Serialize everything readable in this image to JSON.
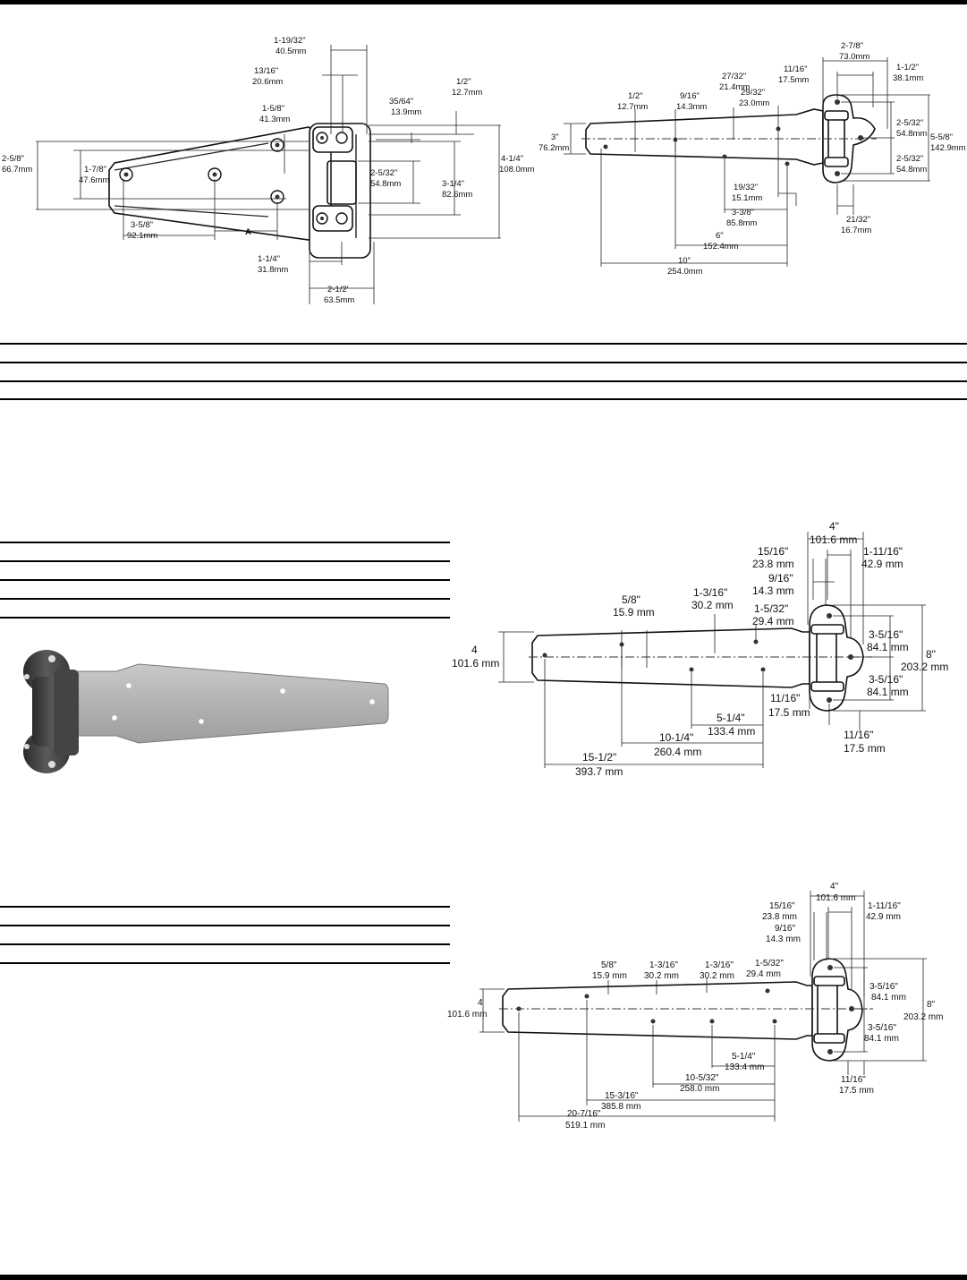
{
  "drawing1": {
    "dims": [
      {
        "in": "1-19/32\"",
        "mm": "40.5mm"
      },
      {
        "in": "13/16\"",
        "mm": "20.6mm"
      },
      {
        "in": "1/2\"",
        "mm": "12.7mm"
      },
      {
        "in": "35/64\"",
        "mm": "13.9mm"
      },
      {
        "in": "1-5/8\"",
        "mm": "41.3mm"
      },
      {
        "in": "2-5/8\"",
        "mm": "66.7mm"
      },
      {
        "in": "1-7/8\"",
        "mm": "47.6mm"
      },
      {
        "in": "2-5/32\"",
        "mm": "54.8mm"
      },
      {
        "in": "4-1/4\"",
        "mm": "108.0mm"
      },
      {
        "in": "3-1/4\"",
        "mm": "82.6mm"
      },
      {
        "in": "3-5/8\"",
        "mm": "92.1mm"
      },
      {
        "in": "1-1/4\"",
        "mm": "31.8mm"
      },
      {
        "in": "2-1/2'",
        "mm": "63.5mm"
      }
    ],
    "label_a": "A"
  },
  "drawing2": {
    "dims": [
      {
        "in": "2-7/8\"",
        "mm": "73.0mm"
      },
      {
        "in": "11/16\"",
        "mm": "17.5mm"
      },
      {
        "in": "1-1/2\"",
        "mm": "38.1mm"
      },
      {
        "in": "27/32\"",
        "mm": "21.4mm"
      },
      {
        "in": "1/2\"",
        "mm": "12.7mm"
      },
      {
        "in": "9/16\"",
        "mm": "14.3mm"
      },
      {
        "in": "29/32\"",
        "mm": "23.0mm"
      },
      {
        "in": "3\"",
        "mm": "76.2mm"
      },
      {
        "in": "2-5/32\"",
        "mm": "54.8mm"
      },
      {
        "in": "5-5/8\"",
        "mm": "142.9mm"
      },
      {
        "in": "2-5/32\"",
        "mm": "54.8mm"
      },
      {
        "in": "19/32\"",
        "mm": "15.1mm"
      },
      {
        "in": "3-3/8\"",
        "mm": "85.8mm"
      },
      {
        "in": "21/32\"",
        "mm": "16.7mm"
      },
      {
        "in": "6\"",
        "mm": "152.4mm"
      },
      {
        "in": "10\"",
        "mm": "254.0mm"
      }
    ]
  },
  "drawing3": {
    "dims": [
      {
        "in": "4\"",
        "mm": "101.6 mm"
      },
      {
        "in": "15/16\"",
        "mm": "23.8 mm"
      },
      {
        "in": "1-11/16\"",
        "mm": "42.9 mm"
      },
      {
        "in": "9/16\"",
        "mm": "14.3 mm"
      },
      {
        "in": "5/8\"",
        "mm": "15.9 mm"
      },
      {
        "in": "1-3/16\"",
        "mm": "30.2 mm"
      },
      {
        "in": "1-5/32\"",
        "mm": "29.4 mm"
      },
      {
        "in": "4",
        "mm": "101.6 mm"
      },
      {
        "in": "3-5/16\"",
        "mm": "84.1 mm"
      },
      {
        "in": "8\"",
        "mm": "203.2 mm"
      },
      {
        "in": "3-5/16\"",
        "mm": "84.1 mm"
      },
      {
        "in": "11/16\"",
        "mm": "17.5 mm"
      },
      {
        "in": "5-1/4\"",
        "mm": "133.4 mm"
      },
      {
        "in": "11/16\"",
        "mm": "17.5 mm"
      },
      {
        "in": "10-1/4\"",
        "mm": "260.4 mm"
      },
      {
        "in": "15-1/2\"",
        "mm": "393.7 mm"
      }
    ]
  },
  "drawing4": {
    "dims": [
      {
        "in": "4\"",
        "mm": "101.6 mm"
      },
      {
        "in": "15/16\"",
        "mm": "23.8 mm"
      },
      {
        "in": "1-11/16\"",
        "mm": "42.9 mm"
      },
      {
        "in": "9/16\"",
        "mm": "14.3 mm"
      },
      {
        "in": "5/8\"",
        "mm": "15.9 mm"
      },
      {
        "in": "1-3/16\"",
        "mm": "30.2 mm"
      },
      {
        "in": "1-3/16\"",
        "mm": "30.2 mm"
      },
      {
        "in": "1-5/32\"",
        "mm": "29.4 mm"
      },
      {
        "in": "4",
        "mm": "101.6 mm"
      },
      {
        "in": "3-5/16\"",
        "mm": "84.1 mm"
      },
      {
        "in": "8\"",
        "mm": "203.2 mm"
      },
      {
        "in": "3-5/16\"",
        "mm": "84.1 mm"
      },
      {
        "in": "5-1/4\"",
        "mm": "133.4 mm"
      },
      {
        "in": "11/16\"",
        "mm": "17.5 mm"
      },
      {
        "in": "10-5/32\"",
        "mm": "258.0 mm"
      },
      {
        "in": "15-3/16\"",
        "mm": "385.8 mm"
      },
      {
        "in": "20-7/16\"",
        "mm": "519.1 mm"
      }
    ]
  }
}
